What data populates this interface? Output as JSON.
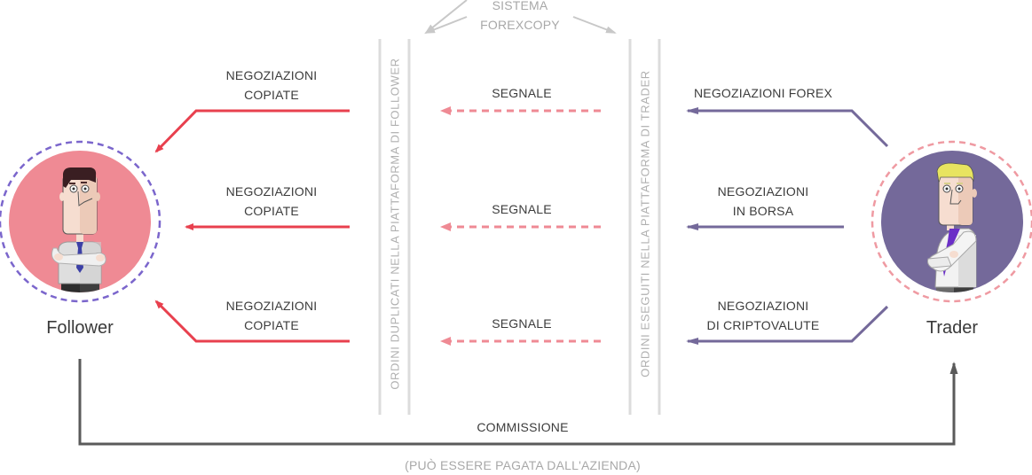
{
  "colors": {
    "follower_accent": "#e8404e",
    "signal": "#ef8a94",
    "trader_accent": "#74699a",
    "follower_circle": "#ef8a94",
    "trader_circle": "#74699a",
    "follower_ring": "#7b66cc",
    "trader_ring": "#ef9aa2",
    "platform_bar": "#dcdcdc",
    "commission_line": "#5a5a5a",
    "muted_text": "#a8a8a8"
  },
  "system": {
    "title_line1": "SISTEMA",
    "title_line2": "FOREXCOPY"
  },
  "follower": {
    "name": "Follower",
    "icon": "businessman-dark-hair-icon"
  },
  "trader": {
    "name": "Trader",
    "icon": "businessman-blonde-hair-icon"
  },
  "platforms": {
    "follower_platform": "ORDINI DUPLICATI NELLA PIATTAFORMA DI FOLLOWER",
    "trader_platform": "ORDINI ESEGUITI NELLA PIATTAFORMA DI TRADER"
  },
  "rows": [
    {
      "copied_line1": "NEGOZIAZIONI",
      "copied_line2": "COPIATE",
      "signal": "SEGNALE",
      "trade_line1": "NEGOZIAZIONI FOREX",
      "trade_line2": ""
    },
    {
      "copied_line1": "NEGOZIAZIONI",
      "copied_line2": "COPIATE",
      "signal": "SEGNALE",
      "trade_line1": "NEGOZIAZIONI",
      "trade_line2": "IN BORSA"
    },
    {
      "copied_line1": "NEGOZIAZIONI",
      "copied_line2": "COPIATE",
      "signal": "SEGNALE",
      "trade_line1": "NEGOZIAZIONI",
      "trade_line2": "DI CRIPTOVALUTE"
    }
  ],
  "commission": {
    "label": "COMMISSIONE",
    "note": "(PUÒ ESSERE PAGATA DALL'AZIENDA)"
  }
}
